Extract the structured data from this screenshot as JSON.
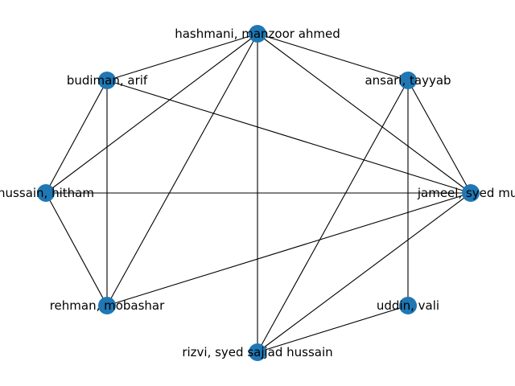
{
  "diagram": {
    "node_color": "#1f77b4",
    "edge_color": "#000000",
    "nodes": [
      {
        "id": "hashmani",
        "label": "hashmani, manzoor ahmed"
      },
      {
        "id": "ansari",
        "label": "ansari, tayyab"
      },
      {
        "id": "jameel",
        "label": "jameel, syed mus"
      },
      {
        "id": "uddin",
        "label": "uddin, vali"
      },
      {
        "id": "rizvi",
        "label": "rizvi, syed sajjad hussain"
      },
      {
        "id": "rehman",
        "label": "rehman, mobashar"
      },
      {
        "id": "hussain",
        "label": "hussain, hitham"
      },
      {
        "id": "budiman",
        "label": "budiman, arif"
      }
    ],
    "edges": [
      [
        "hashmani",
        "budiman"
      ],
      [
        "hashmani",
        "ansari"
      ],
      [
        "hashmani",
        "jameel"
      ],
      [
        "hashmani",
        "hussain"
      ],
      [
        "hashmani",
        "rehman"
      ],
      [
        "hashmani",
        "rizvi"
      ],
      [
        "budiman",
        "hussain"
      ],
      [
        "budiman",
        "rehman"
      ],
      [
        "budiman",
        "jameel"
      ],
      [
        "ansari",
        "jameel"
      ],
      [
        "ansari",
        "rizvi"
      ],
      [
        "ansari",
        "uddin"
      ],
      [
        "hussain",
        "jameel"
      ],
      [
        "hussain",
        "rehman"
      ],
      [
        "jameel",
        "rehman"
      ],
      [
        "jameel",
        "rizvi"
      ],
      [
        "rizvi",
        "uddin"
      ]
    ]
  }
}
